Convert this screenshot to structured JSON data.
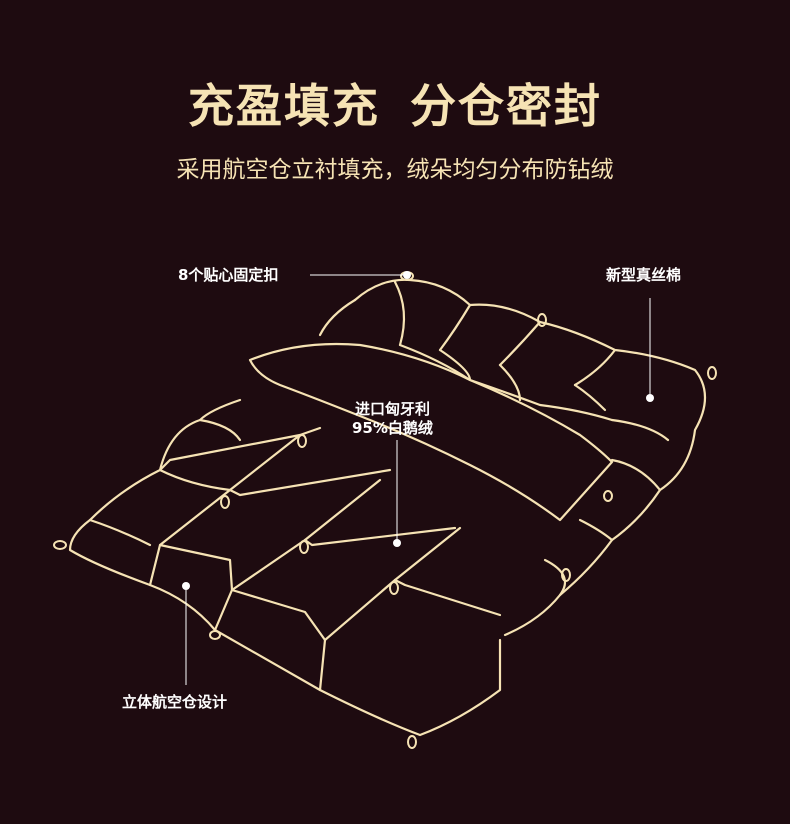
{
  "header": {
    "title": "充盈填充 分仓密封",
    "subtitle": "采用航空仓立衬填充，绒朵均匀分布防钻绒"
  },
  "callouts": {
    "buttons": "8个贴心固定扣",
    "silk": "新型真丝棉",
    "down_line1": "进口匈牙利",
    "down_line2": "95%白鹅绒",
    "design": "立体航空仓设计"
  },
  "colors": {
    "background": "#1e0b10",
    "gold": "#f6e3b4",
    "white": "#ffffff"
  }
}
